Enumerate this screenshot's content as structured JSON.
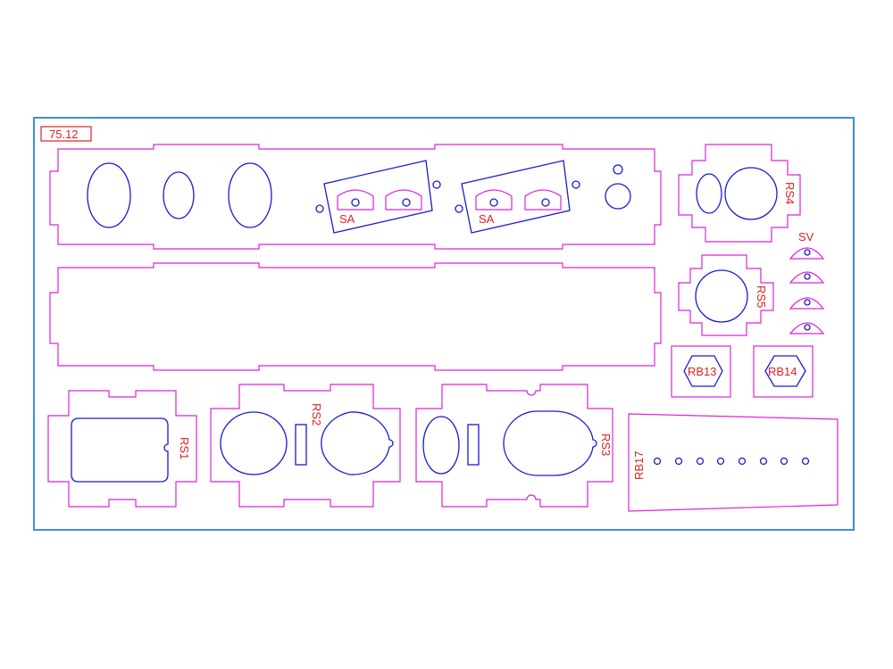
{
  "sheet": {
    "code": "75.12",
    "colors": {
      "frame": "#3c8de6",
      "cut_line": "#dd22dd",
      "hole": "#1a1ad0",
      "label": "#e02020"
    }
  },
  "parts": {
    "panel_a_label_1": "SA",
    "panel_a_label_2": "SA",
    "rs1": "RS1",
    "rs2": "RS2",
    "rs3": "RS3",
    "rs4": "RS4",
    "rs5": "RS5",
    "sv": "SV",
    "rb13": "RB13",
    "rb14": "RB14",
    "rb17": "RB17"
  }
}
